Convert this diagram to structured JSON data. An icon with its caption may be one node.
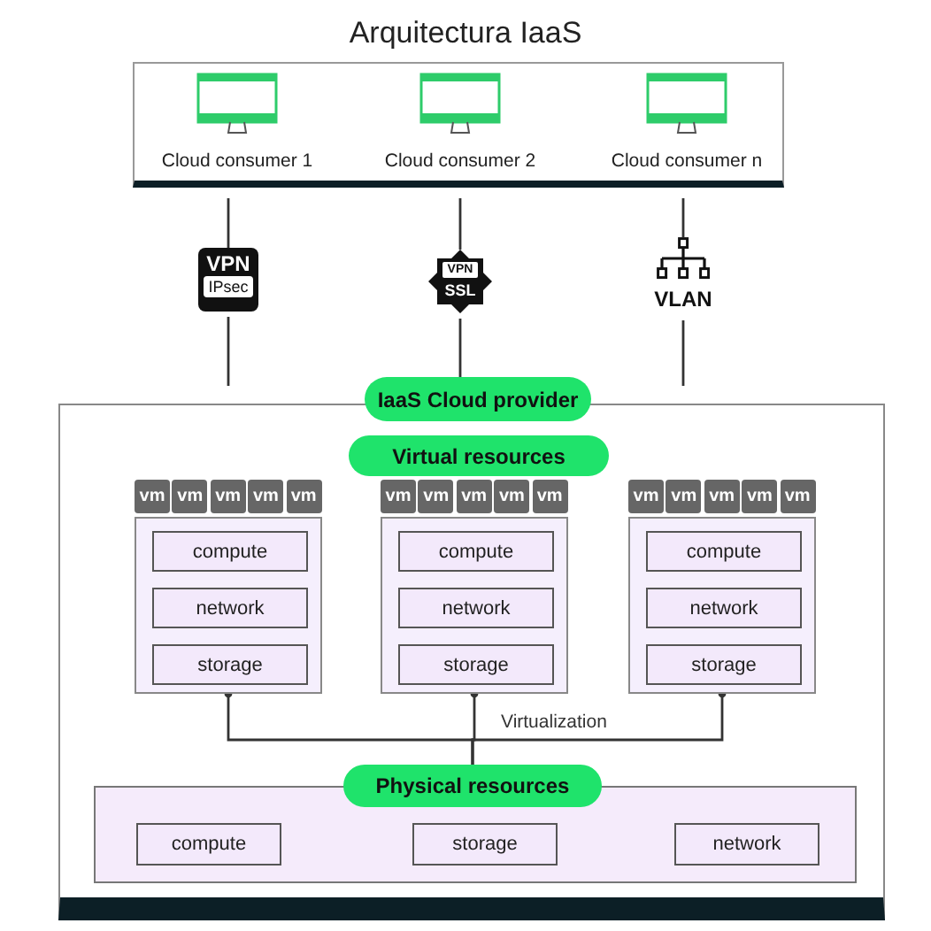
{
  "diagram": {
    "title": "Arquitectura IaaS",
    "nodes": [
      {
        "text": [],
        "shape": "box"
      },
      {
        "text": [
          "Cloud consumer 1"
        ],
        "in": 0
      },
      {
        "text": [
          "Cloud consumer 2"
        ],
        "in": 0
      },
      {
        "text": [
          "Cloud consumer n"
        ],
        "in": 0
      },
      {
        "text": [
          "VPN",
          "IPsec"
        ]
      },
      {
        "text": [
          "VPN",
          "SSL"
        ]
      },
      {
        "text": [
          "VLAN"
        ]
      },
      {
        "text": [],
        "shape": "box"
      },
      {
        "text": [
          "IaaS Cloud provider"
        ]
      },
      {
        "text": [
          "Virtual resources"
        ],
        "in": 7
      },
      {
        "text": [
          "vm"
        ],
        "in": 7
      },
      {
        "text": [
          "vm"
        ],
        "in": 7
      },
      {
        "text": [
          "vm"
        ],
        "in": 7
      },
      {
        "text": [
          "vm"
        ],
        "in": 7
      },
      {
        "text": [
          "vm"
        ],
        "in": 7
      },
      {
        "text": [],
        "shape": "box",
        "in": 7
      },
      {
        "text": [
          "compute"
        ],
        "in": 15
      },
      {
        "text": [
          "network"
        ],
        "in": 15
      },
      {
        "text": [
          "storage"
        ],
        "in": 15
      },
      {
        "text": [
          "vm"
        ],
        "in": 7
      },
      {
        "text": [
          "vm"
        ],
        "in": 7
      },
      {
        "text": [
          "vm"
        ],
        "in": 7
      },
      {
        "text": [
          "vm"
        ],
        "in": 7
      },
      {
        "text": [
          "vm"
        ],
        "in": 7
      },
      {
        "text": [],
        "shape": "box",
        "in": 7
      },
      {
        "text": [
          "compute"
        ],
        "in": 24
      },
      {
        "text": [
          "network"
        ],
        "in": 24
      },
      {
        "text": [
          "storage"
        ],
        "in": 24
      },
      {
        "text": [
          "vm"
        ],
        "in": 7
      },
      {
        "text": [
          "vm"
        ],
        "in": 7
      },
      {
        "text": [
          "vm"
        ],
        "in": 7
      },
      {
        "text": [
          "vm"
        ],
        "in": 7
      },
      {
        "text": [
          "vm"
        ],
        "in": 7
      },
      {
        "text": [],
        "shape": "box",
        "in": 7
      },
      {
        "text": [
          "compute"
        ],
        "in": 33
      },
      {
        "text": [
          "network"
        ],
        "in": 33
      },
      {
        "text": [
          "storage"
        ],
        "in": 33
      },
      {
        "text": [],
        "shape": "box",
        "in": 7
      },
      {
        "text": [
          "Physical resources"
        ],
        "in": 7
      },
      {
        "text": [
          "compute"
        ],
        "in": 37
      },
      {
        "text": [
          "storage"
        ],
        "in": 37
      },
      {
        "text": [
          "network"
        ],
        "in": 37
      }
    ],
    "edges": [
      {
        "from": 0,
        "to": 4,
        "arrow": "none"
      },
      {
        "from": 4,
        "to": 7,
        "arrow": "none"
      },
      {
        "from": 0,
        "to": 5,
        "arrow": "none"
      },
      {
        "from": 5,
        "to": 8,
        "arrow": "none"
      },
      {
        "from": 0,
        "to": 6,
        "arrow": "none"
      },
      {
        "from": 6,
        "to": 7,
        "arrow": "none"
      },
      {
        "from": 38,
        "to": 15,
        "arrow": "other"
      },
      {
        "from": 38,
        "to": 24,
        "arrow": "other"
      },
      {
        "from": 38,
        "to": 33,
        "arrow": "other"
      }
    ],
    "labels": [
      "Virtualization"
    ]
  }
}
